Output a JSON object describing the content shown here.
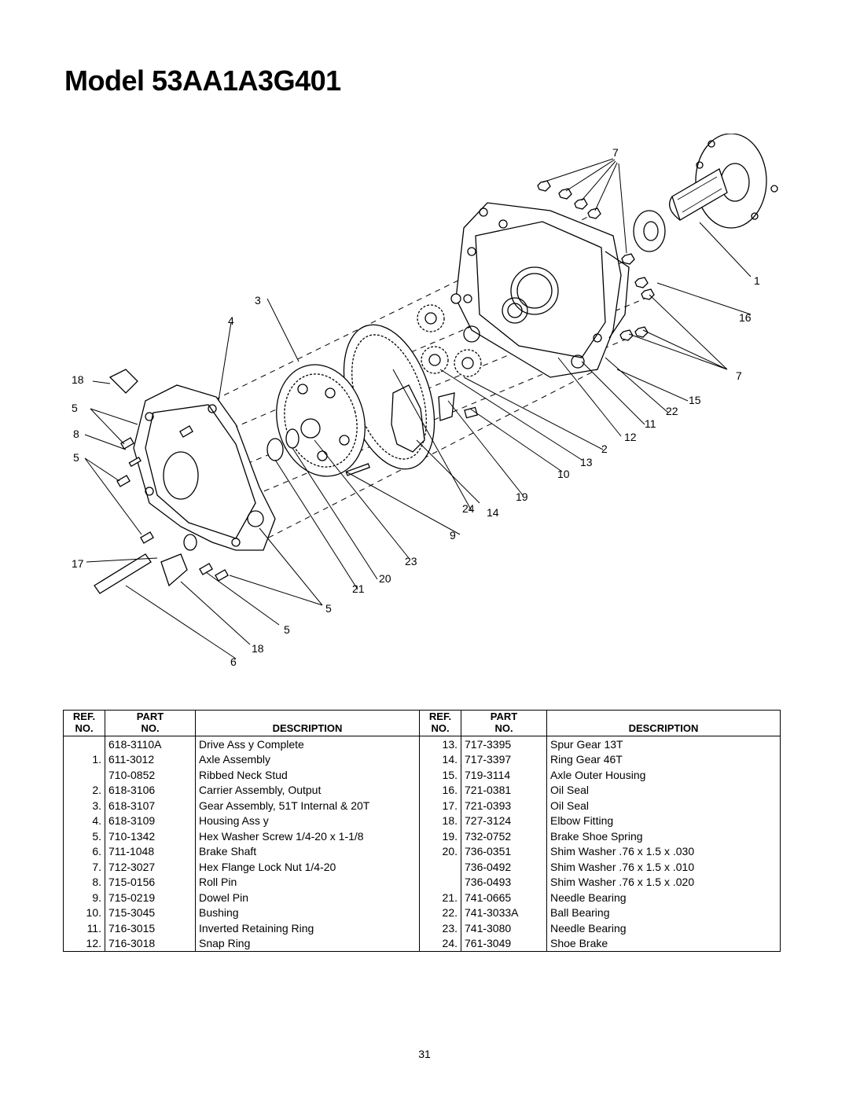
{
  "title": "Model 53AA1A3G401",
  "diagram_labels": {
    "l1": "1",
    "l2": "2",
    "l3": "3",
    "l4": "4",
    "l5a": "5",
    "l5b": "5",
    "l5c": "5",
    "l5d": "5",
    "l6": "6",
    "l7a": "7",
    "l7b": "7",
    "l8": "8",
    "l9": "9",
    "l10": "10",
    "l11": "11",
    "l12": "12",
    "l13": "13",
    "l14": "14",
    "l15": "15",
    "l16": "16",
    "l17": "17",
    "l18a": "18",
    "l18b": "18",
    "l19": "19",
    "l20": "20",
    "l21": "21",
    "l22": "22",
    "l23": "23",
    "l24": "24"
  },
  "table": {
    "head_top": [
      "REF.",
      "PART",
      "",
      "REF.",
      "PART",
      ""
    ],
    "head_bottom": [
      "NO.",
      "NO.",
      "DESCRIPTION",
      "NO.",
      "NO.",
      "DESCRIPTION"
    ],
    "rows": [
      [
        "",
        "618-3110A",
        "Drive Ass y Complete",
        "13.",
        "717-3395",
        "Spur Gear 13T"
      ],
      [
        "1.",
        "611-3012",
        "Axle Assembly",
        "14.",
        "717-3397",
        "Ring Gear 46T"
      ],
      [
        "",
        "710-0852",
        "Ribbed Neck Stud",
        "15.",
        "719-3114",
        "Axle Outer Housing"
      ],
      [
        "2.",
        "618-3106",
        "Carrier Assembly, Output",
        "16.",
        "721-0381",
        "Oil Seal"
      ],
      [
        "3.",
        "618-3107",
        "Gear Assembly, 51T Internal & 20T",
        "17.",
        "721-0393",
        "Oil Seal"
      ],
      [
        "4.",
        "618-3109",
        "Housing Ass y",
        "18.",
        "727-3124",
        "Elbow Fitting"
      ],
      [
        "5.",
        "710-1342",
        "Hex Washer Screw 1/4-20 x 1-1/8",
        "19.",
        "732-0752",
        "Brake Shoe Spring"
      ],
      [
        "6.",
        "711-1048",
        "Brake Shaft",
        "20.",
        "736-0351",
        "Shim Washer .76 x 1.5 x .030"
      ],
      [
        "7.",
        "712-3027",
        "Hex Flange Lock Nut 1/4-20",
        "",
        "736-0492",
        "Shim Washer .76 x 1.5 x .010"
      ],
      [
        "8.",
        "715-0156",
        "Roll Pin",
        "",
        "736-0493",
        "Shim Washer .76 x 1.5 x .020"
      ],
      [
        "9.",
        "715-0219",
        "Dowel Pin",
        "21.",
        "741-0665",
        "Needle Bearing"
      ],
      [
        "10.",
        "715-3045",
        "Bushing",
        "22.",
        "741-3033A",
        "Ball Bearing"
      ],
      [
        "11.",
        "716-3015",
        "Inverted Retaining Ring",
        "23.",
        "741-3080",
        "Needle Bearing"
      ],
      [
        "12.",
        "716-3018",
        "Snap Ring",
        "24.",
        "761-3049",
        "Shoe Brake"
      ]
    ]
  },
  "page_number": "31"
}
